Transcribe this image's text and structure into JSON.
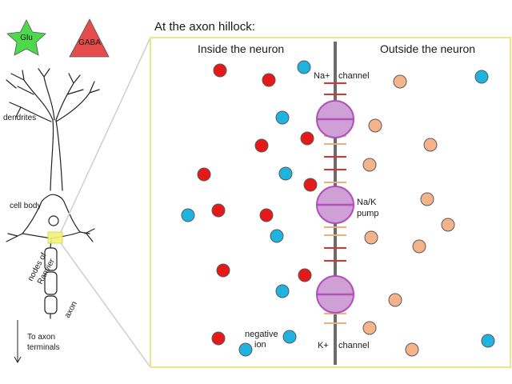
{
  "title": "At the axon hillock:",
  "left_panel": {
    "glu_label": "Glu",
    "gaba_label": "GABA",
    "dendrites": "dendrites",
    "cell_body": "cell body",
    "nodes_of": "nodes of",
    "ranvier": "Ranvier",
    "axon": "axon",
    "to_axon": "To axon",
    "terminals": "terminals"
  },
  "zoom": {
    "inside_label": "Inside the neuron",
    "outside_label": "Outside the neuron",
    "na_label": "Na+",
    "channel_top": "channel",
    "pump_line1": "Na/K",
    "pump_line2": "pump",
    "k_label": "K+",
    "channel_bottom": "channel",
    "negative": "negative",
    "ion": "ion"
  },
  "colors": {
    "glu_star": "#4cd94c",
    "gaba_triangle": "#e64c4c",
    "na_ion": "#e61919",
    "k_ion": "#f5b38a",
    "negative_ion": "#1fb4e0",
    "pump": "#cfa0d6",
    "pump_border": "#b050b8",
    "zoom_border": "#e8e88a",
    "membrane": "#6b6b6b",
    "na_channel": "#e03030",
    "k_channel": "#f0b07a"
  }
}
